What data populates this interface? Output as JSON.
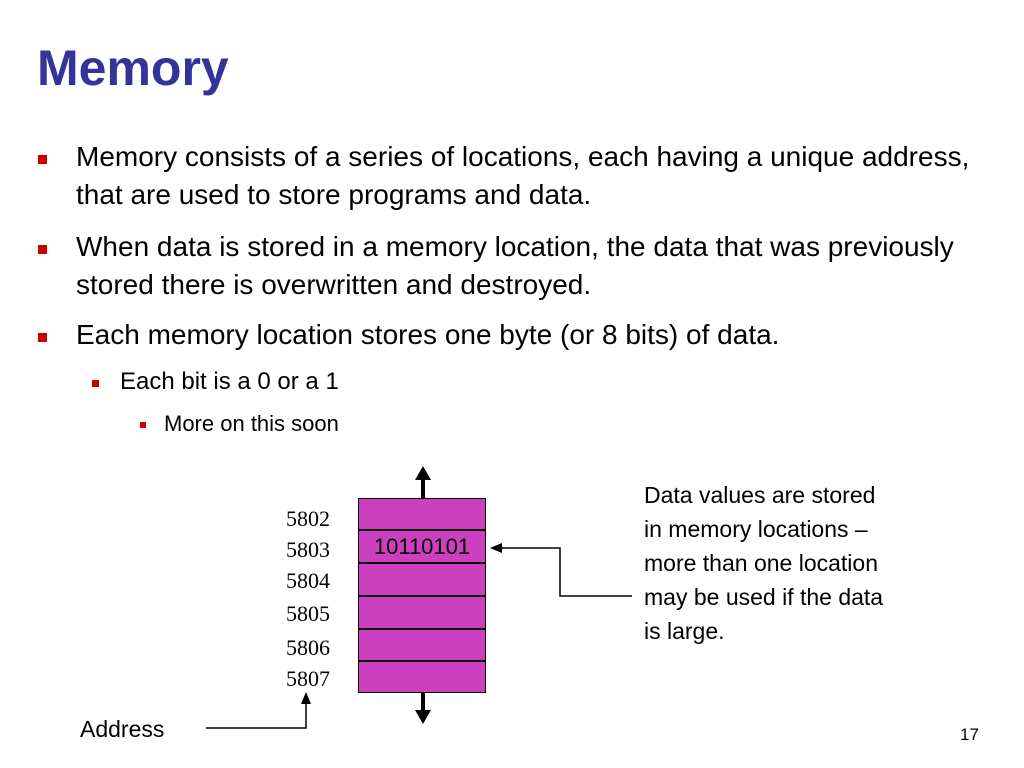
{
  "slide": {
    "title": "Memory",
    "page_number": "17"
  },
  "bullets": [
    {
      "level": 1,
      "text": "Memory consists of a series of locations, each having a unique address, that are used to store programs and data."
    },
    {
      "level": 1,
      "text": "When data is stored in a memory location, the data that was previously stored there is overwritten and destroyed."
    },
    {
      "level": 1,
      "text": "Each memory location stores one byte (or 8 bits) of data."
    },
    {
      "level": 2,
      "text": "Each bit is a 0 or a 1"
    },
    {
      "level": 3,
      "text": "More on this soon"
    }
  ],
  "diagram": {
    "addresses": [
      "5802",
      "5803",
      "5804",
      "5805",
      "5806",
      "5807"
    ],
    "stored_value": "10110101",
    "caption": "Data values are stored in memory locations – more than one location may be used if the data is large.",
    "address_label": "Address",
    "colors": {
      "cell_fill": "#cc3fbf",
      "title": "#333399",
      "bullet_marker": "#cc0000"
    }
  }
}
